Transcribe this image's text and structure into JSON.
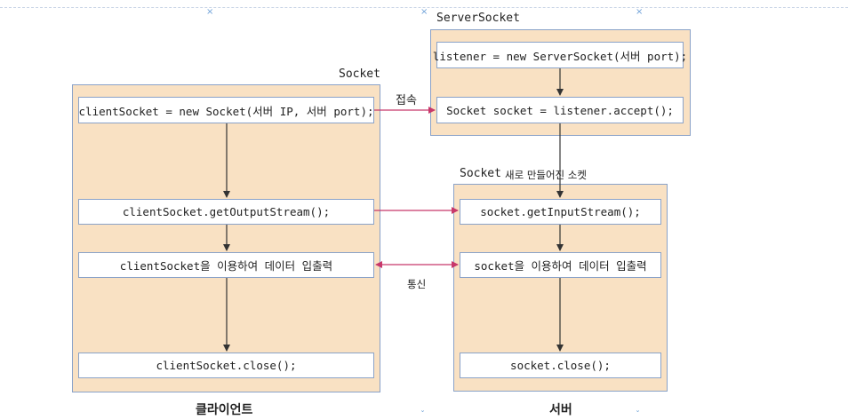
{
  "panels": {
    "client": {
      "title": "Socket",
      "caption": "클라이언트"
    },
    "server_socket": {
      "title": "ServerSocket"
    },
    "server": {
      "title": "Socket",
      "subtitle": "새로 만들어진 소켓",
      "caption": "서버"
    }
  },
  "client_boxes": {
    "create": "clientSocket = new Socket(서버 IP, 서버 port);",
    "get_output": "clientSocket.getOutputStream();",
    "io": "clientSocket을 이용하여 데이터 입출력",
    "close": "clientSocket.close();"
  },
  "server_socket_boxes": {
    "listener": "listener = new ServerSocket(서버 port);",
    "accept": "Socket socket = listener.accept();"
  },
  "server_boxes": {
    "get_input": "socket.getInputStream();",
    "io": "socket을 이용하여 데이터 입출력",
    "close": "socket.close();"
  },
  "arrows": {
    "connect": "접속",
    "communicate": "통신"
  },
  "colors": {
    "panel_fill": "#f9e1c3",
    "border": "#8aa2c8",
    "flow_arrow": "#333333",
    "cross_arrow": "#c8386a"
  }
}
